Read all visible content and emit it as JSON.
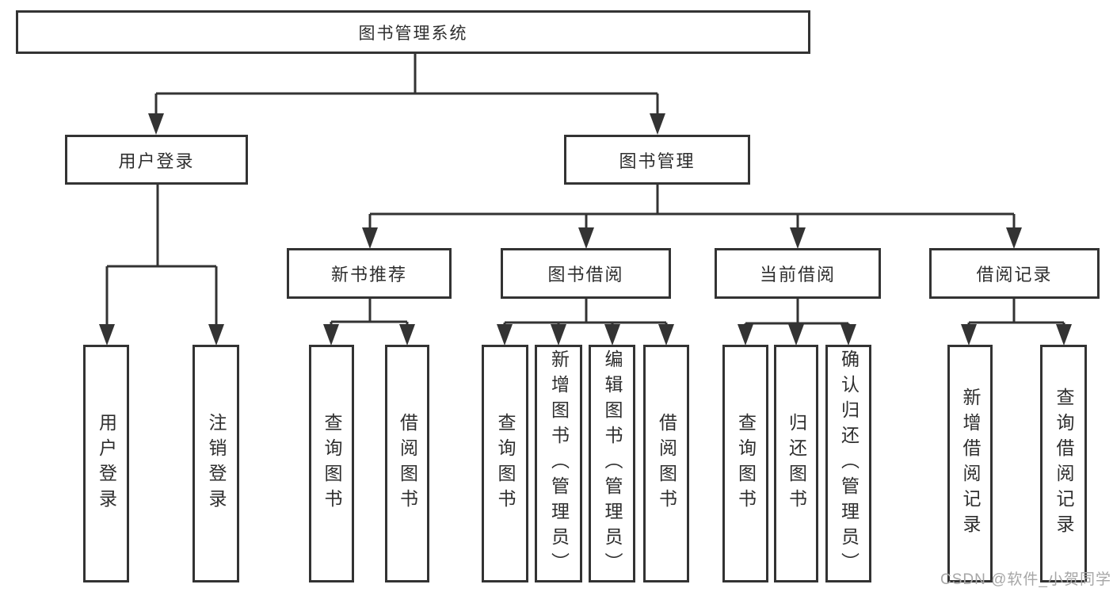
{
  "diagram": {
    "root": {
      "label": "图书管理系统"
    },
    "level2": [
      {
        "label": "用户登录"
      },
      {
        "label": "图书管理"
      }
    ],
    "level3": [
      {
        "label": "新书推荐"
      },
      {
        "label": "图书借阅"
      },
      {
        "label": "当前借阅"
      },
      {
        "label": "借阅记录"
      }
    ],
    "leaf_groups": {
      "login": [
        {
          "label": "用户登录"
        },
        {
          "label": "注销登录"
        }
      ],
      "recommend": [
        {
          "label": "查询图书"
        },
        {
          "label": "借阅图书"
        }
      ],
      "borrow": [
        {
          "label": "查询图书"
        },
        {
          "label": "新增图书（管理员）"
        },
        {
          "label": "编辑图书（管理员）"
        },
        {
          "label": "借阅图书"
        }
      ],
      "current": [
        {
          "label": "查询图书"
        },
        {
          "label": "归还图书"
        },
        {
          "label": "确认归还（管理员）"
        }
      ],
      "records": [
        {
          "label": "新增借阅记录"
        },
        {
          "label": "查询借阅记录"
        }
      ]
    },
    "watermark": {
      "text": "CSDN @软件_小贺同学"
    },
    "colors": {
      "line": "#333333",
      "border": "#333333",
      "text": "#2e2e2e",
      "background": "#ffffff",
      "watermark": "#a6a6a6"
    }
  }
}
